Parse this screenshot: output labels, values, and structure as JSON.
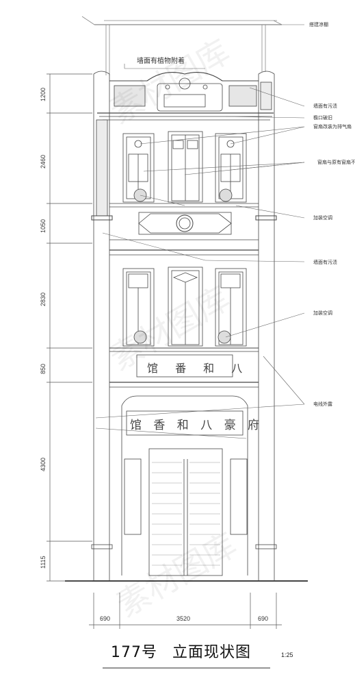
{
  "annotations": {
    "top_label": "墙面有植物附着",
    "right": [
      "搭建凉棚",
      "墙面有污渍",
      "檐口破旧",
      "窗扇改装为排气扇",
      "窗扇与原有窗扇不协",
      "加装空调",
      "墙面有污渍",
      "加装空调",
      "电线外露"
    ]
  },
  "signs": {
    "upper": "馆 番 和 八",
    "lower": "馆 香 和 八 豪 府"
  },
  "dimensions": {
    "vertical": [
      "1200",
      "2460",
      "1050",
      "2830",
      "850",
      "4300",
      "1115"
    ],
    "horizontal": [
      "690",
      "3520",
      "690"
    ]
  },
  "title": {
    "number": "177号",
    "name": "立面现状图",
    "scale": "1:25"
  },
  "watermark": "素材图库"
}
